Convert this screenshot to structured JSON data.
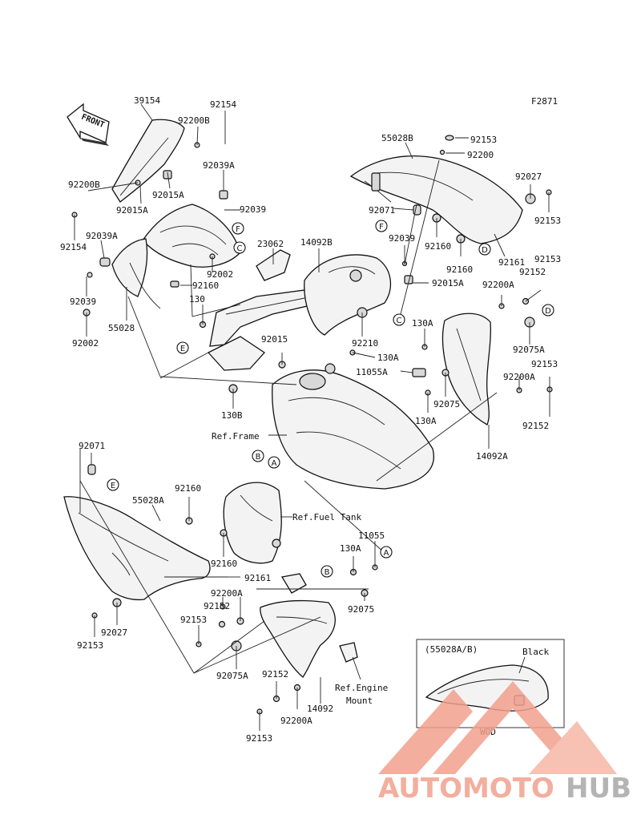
{
  "figure_id": "F2871",
  "front_label": "FRONT",
  "part_labels": {
    "p39154": "39154",
    "p92154_top": "92154",
    "p92200B_top": "92200B",
    "p92039A_top": "92039A",
    "p92015A_top": "92015A",
    "p92200B_left": "92200B",
    "p92015A_left": "92015A",
    "p92039_top": "92039",
    "p92154_left": "92154",
    "p92039A_left": "92039A",
    "p92002_mid": "92002",
    "p92160_mid": "92160",
    "p92039_left": "92039",
    "p55028": "55028",
    "p92002_left": "92002",
    "p130": "130",
    "p23062": "23062",
    "p14092B": "14092B",
    "p55028B": "55028B",
    "p92153_top": "92153",
    "p92200_top": "92200",
    "p92027_top": "92027",
    "p92153_r1": "92153",
    "p92071_top": "92071",
    "p92039_r": "92039",
    "p92160_r": "92160",
    "p92160_r2": "92160",
    "p92161_r": "92161",
    "p92153_r2": "92153",
    "p92015A_r": "92015A",
    "p92152_r1": "92152",
    "p92200A_r1": "92200A",
    "p92075A_r": "92075A",
    "p130A_r1": "130A",
    "p92210": "92210",
    "p130A_r2": "130A",
    "p92015": "92015",
    "p11055A": "11055A",
    "p92200A_r2": "92200A",
    "p92153_r3": "92153",
    "p92075_r": "92075",
    "p130A_r3": "130A",
    "p92152_r2": "92152",
    "p14092A": "14092A",
    "p130B": "130B",
    "p92071_bot": "92071",
    "p92160_bot1": "92160",
    "p55028A": "55028A",
    "p92160_bot2": "92160",
    "p92161_bot": "92161",
    "p92200A_bot1": "92200A",
    "p92152_bot1": "92152",
    "p92153_bot1": "92153",
    "p92027_bot": "92027",
    "p92153_bot2": "92153",
    "p92075A_bot": "92075A",
    "p11055": "11055",
    "p130A_bot": "130A",
    "p92075_bot": "92075",
    "p92152_bot2": "92152",
    "p92200A_bot2": "92200A",
    "p14092": "14092",
    "p92153_bot3": "92153"
  },
  "ref_labels": {
    "frame": "Ref.Frame",
    "fuel_tank": "Ref.Fuel Tank",
    "engine_mount_1": "Ref.Engine",
    "engine_mount_2": "Mount"
  },
  "circle_letters": {
    "F1": "F",
    "C1": "C",
    "F2": "F",
    "C2": "C",
    "D1": "D",
    "D2": "D",
    "E1": "E",
    "E2": "E",
    "A1": "A",
    "B1": "B",
    "B2": "B",
    "A2": "A"
  },
  "inset": {
    "title": "(55028A/B)",
    "black": "Black",
    "wod": "WOD"
  },
  "watermark": {
    "part1": "AUTOMOTO",
    "part2": "HUB",
    "color1": "#f5a08a",
    "color2": "#b0b0b0"
  }
}
